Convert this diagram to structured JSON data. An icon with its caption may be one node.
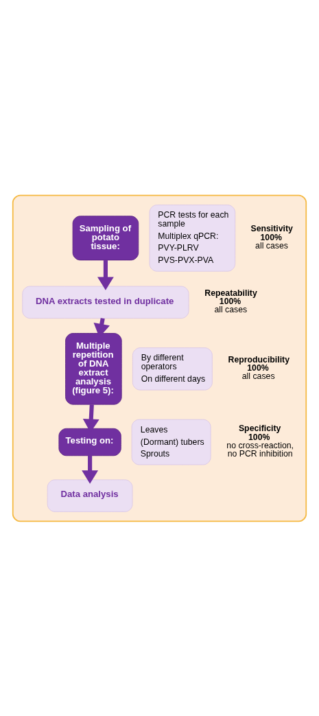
{
  "diagram": {
    "nodes": [
      {
        "text": [],
        "shape": "box"
      },
      {
        "text": [
          "Sampling of potato tissue:"
        ],
        "in": 0
      },
      {
        "text": [
          "PCR tests for each sample",
          "Multiplex qPCR:",
          "PVY-PLRV",
          "PVS-PVX-PVA"
        ],
        "in": 0,
        "beside": [
          "Sensitivity 100%",
          "all cases"
        ]
      },
      {
        "text": [
          "DNA extracts tested in duplicate"
        ],
        "in": 0,
        "beside": [
          "Repeatability 100%",
          "all cases"
        ]
      },
      {
        "text": [
          "Multiple repetition of DNA extract analysis (figure 5):"
        ],
        "in": 0
      },
      {
        "text": [
          "By different operators",
          "On different days"
        ],
        "in": 0,
        "beside": [
          "Reproducibility 100%",
          "all cases"
        ]
      },
      {
        "text": [
          "Testing on:"
        ],
        "in": 0
      },
      {
        "text": [
          "Leaves",
          "(Dormant) tubers",
          "Sprouts"
        ],
        "in": 0,
        "beside": [
          "Specificity 100%",
          "no cross-reaction, no PCR inhibition"
        ]
      },
      {
        "text": [
          "Data analysis"
        ],
        "in": 0
      }
    ],
    "edges": [
      {
        "from": 1,
        "to": 3,
        "arrow": "to"
      },
      {
        "from": 3,
        "to": 4,
        "arrow": "to"
      },
      {
        "from": 4,
        "to": 6,
        "arrow": "to"
      },
      {
        "from": 6,
        "to": 8,
        "arrow": "to"
      }
    ]
  }
}
